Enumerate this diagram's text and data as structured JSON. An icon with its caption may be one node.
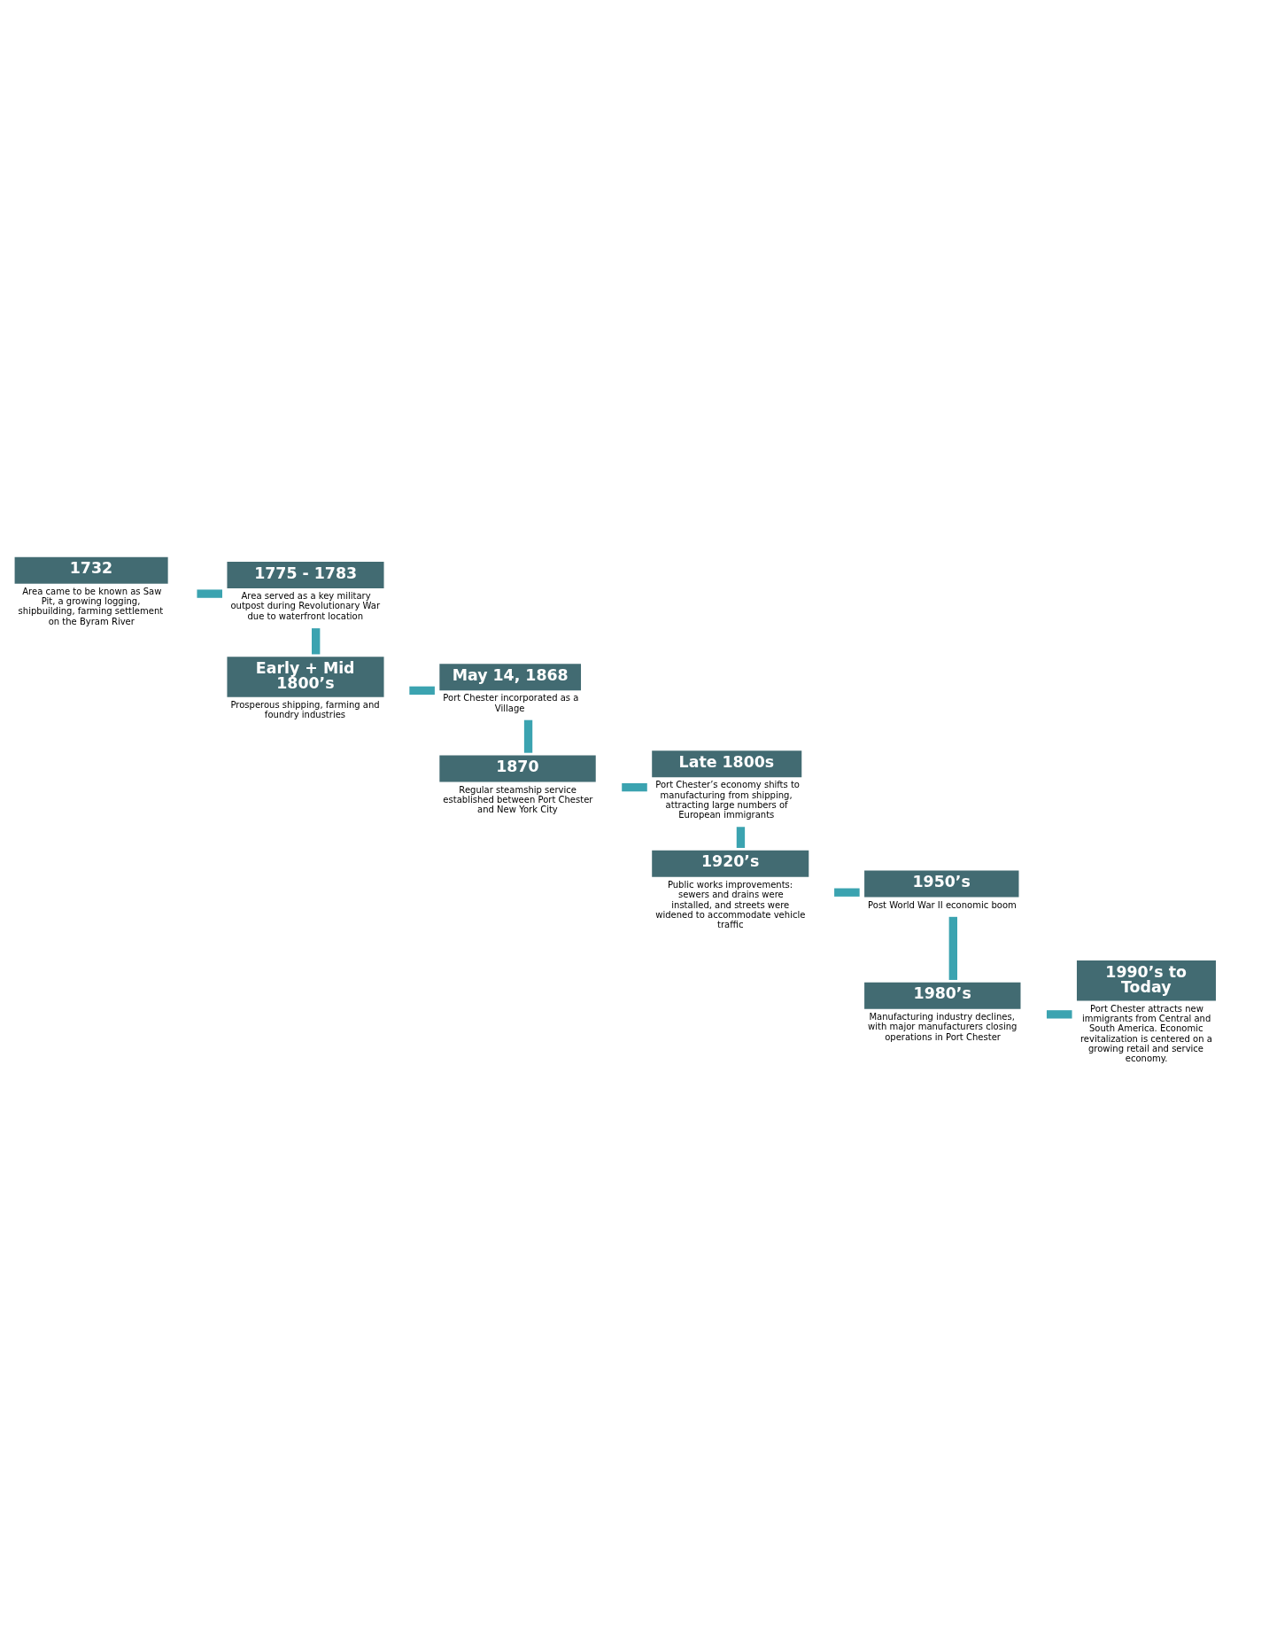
{
  "diagram": {
    "nodes": [
      {
        "text": [
          "1732"
        ],
        "beside": [
          "Area came to be known as Saw Pit, a growing logging, shipbuilding, farming settlement on the Byram River"
        ]
      },
      {
        "text": [
          "1775 - 1783"
        ],
        "beside": [
          "Area served as a key military outpost during Revolutionary War due to waterfront location"
        ]
      },
      {
        "text": [
          "Early + Mid 1800’s"
        ],
        "beside": [
          "Prosperous shipping, farming and foundry industries"
        ]
      },
      {
        "text": [
          "May 14, 1868"
        ],
        "beside": [
          "Port Chester incorporated as a Village"
        ]
      },
      {
        "text": [
          "1870"
        ],
        "beside": [
          "Regular steamship service established between Port Chester and New York City"
        ]
      },
      {
        "text": [
          "Late 1800s"
        ],
        "beside": [
          "Port Chester’s economy shifts to manufacturing from shipping, attracting large numbers of European immigrants"
        ]
      },
      {
        "text": [
          "1920’s"
        ],
        "beside": [
          "Public works improvements: sewers and drains were installed, and streets were widened to accommodate vehicle traffic"
        ]
      },
      {
        "text": [
          "1950’s"
        ],
        "beside": [
          "Post World War II economic boom"
        ]
      },
      {
        "text": [
          "1980’s"
        ],
        "beside": [
          "Manufacturing industry declines, with major manufacturers closing operations in Port Chester"
        ]
      },
      {
        "text": [
          "1990’s to Today"
        ],
        "beside": [
          "Port Chester attracts new immigrants from Central and South America. Economic revitalization is centered on a growing retail and service economy."
        ]
      }
    ],
    "edges": [
      {
        "from": 0,
        "to": 1,
        "arrow": "none"
      },
      {
        "from": 1,
        "to": 2,
        "arrow": "none"
      },
      {
        "from": 2,
        "to": 3,
        "arrow": "none"
      },
      {
        "from": 3,
        "to": 4,
        "arrow": "none"
      },
      {
        "from": 4,
        "to": 5,
        "arrow": "none"
      },
      {
        "from": 5,
        "to": 6,
        "arrow": "none"
      },
      {
        "from": 6,
        "to": 7,
        "arrow": "none"
      },
      {
        "from": 7,
        "to": 8,
        "arrow": "none"
      },
      {
        "from": 8,
        "to": 9,
        "arrow": "none"
      }
    ]
  }
}
